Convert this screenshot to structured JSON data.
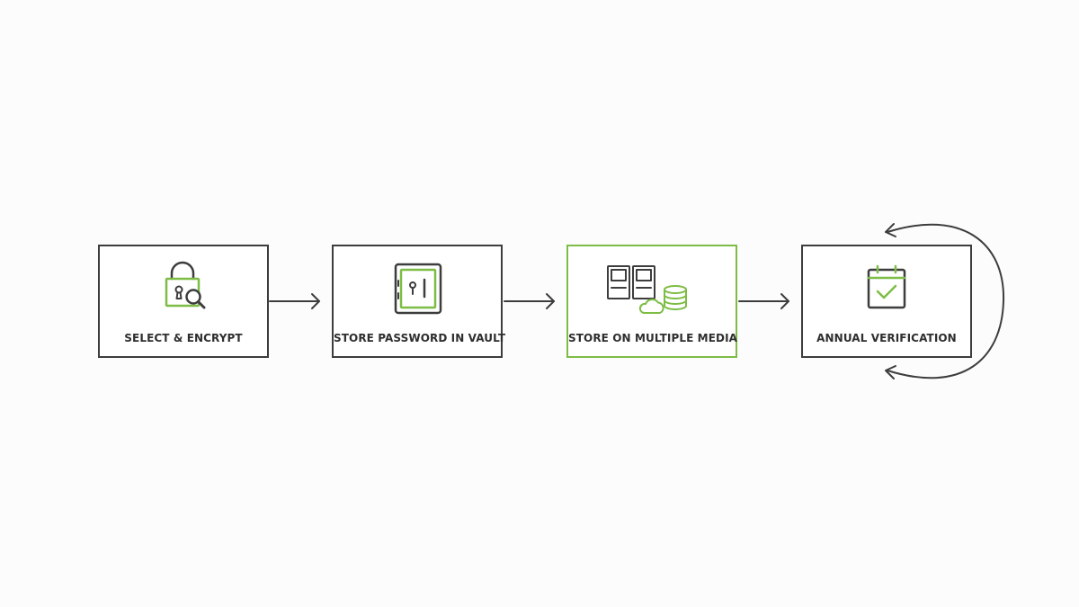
{
  "diagram": {
    "steps": [
      {
        "label": "SELECT & ENCRYPT",
        "icon": "padlock-magnifier-icon"
      },
      {
        "label": "STORE PASSWORD IN VAULT",
        "icon": "vault-safe-icon"
      },
      {
        "label": "STORE ON MULTIPLE MEDIA",
        "icon": "media-storage-icon",
        "highlighted": true
      },
      {
        "label": "ANNUAL VERIFICATION",
        "icon": "calendar-check-icon"
      }
    ],
    "flow": "left-to-right",
    "loop_on_last_step": true
  },
  "colors": {
    "outline": "#3d3d3d",
    "accent": "#7dbd45",
    "background": "#fcfcfc"
  }
}
